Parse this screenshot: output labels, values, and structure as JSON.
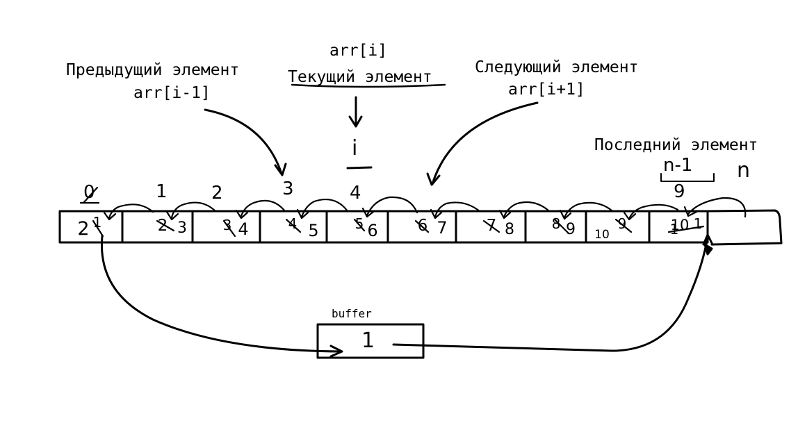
{
  "labels": {
    "prev_title": "Предыдущий элемент",
    "prev_expr": "arr[i-1]",
    "cur_expr": "arr[i]",
    "cur_title": "Текущий элемент",
    "cur_index": "i",
    "next_title": "Следующий элемент",
    "next_expr": "arr[i+1]",
    "last_title": "Последний элемент",
    "last_index": "n-1",
    "size": "n",
    "buffer_label": "buffer",
    "buffer_value": "1"
  },
  "array": {
    "indices": [
      "0",
      "1",
      "2",
      "3",
      "4",
      "",
      "",
      "",
      "",
      "",
      "9"
    ],
    "cells_old": [
      "1",
      "2",
      "3",
      "4",
      "5",
      "6",
      "7",
      "8",
      "9",
      "10",
      "1"
    ],
    "cells_new": [
      "2",
      "3",
      "4",
      "5",
      "6",
      "7",
      "8",
      "9",
      "10",
      "1"
    ]
  }
}
